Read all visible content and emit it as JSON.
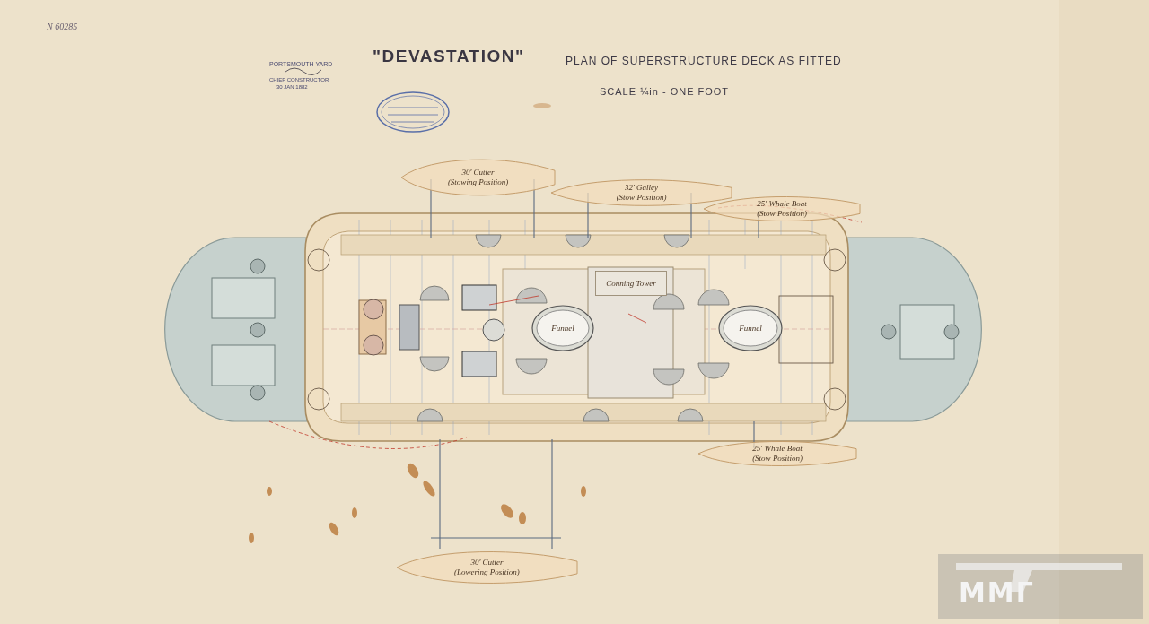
{
  "diagram": {
    "title": "\"DEVASTATION\"",
    "nodes": [
      {
        "text": [
          "30' Cutter",
          "(Stowing Position)"
        ]
      },
      {
        "text": [
          "32' Galley",
          "(Stow Position)"
        ]
      },
      {
        "text": [
          "25' Whale Boat",
          "(Stow Position)"
        ]
      },
      {
        "text": [
          "25' Whale Boat",
          "(Stow Position)"
        ]
      },
      {
        "text": [
          "30' Cutter",
          "(Lowering Position)"
        ]
      },
      {
        "text": [
          "Funnel"
        ]
      },
      {
        "text": [
          "Conning Tower"
        ]
      },
      {
        "text": [
          "Funnel"
        ]
      }
    ],
    "labels": [
      "PLAN OF SUPERSTRUCTURE DECK AS FITTED",
      "SCALE ¼in - ONE FOOT",
      "N 60285",
      "PORTSMOUTH YARD",
      "CHIEF CONSTRUCTOR",
      "30 JAN 1882",
      "ММГ"
    ]
  }
}
